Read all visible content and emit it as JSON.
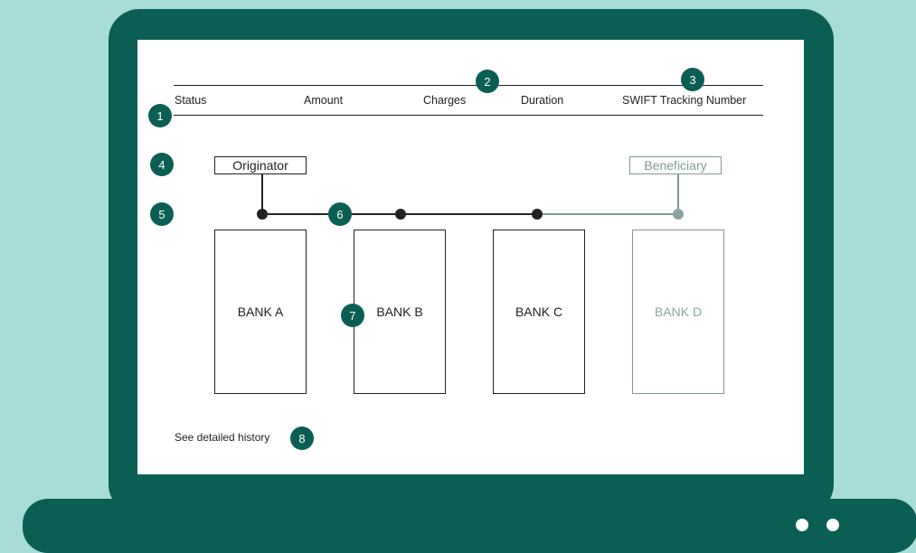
{
  "colors": {
    "accent": "#0b5e54",
    "background": "#a8dcd6",
    "inactive": "#7f9b97",
    "line": "#222222"
  },
  "header": {
    "columns": [
      "Status",
      "Amount",
      "Charges",
      "Duration",
      "SWIFT Tracking Number"
    ]
  },
  "markers": [
    "1",
    "2",
    "3",
    "4",
    "5",
    "6",
    "7",
    "8"
  ],
  "parties": {
    "originator": "Originator",
    "beneficiary": "Beneficiary"
  },
  "banks": [
    {
      "label": "BANK A",
      "active": true
    },
    {
      "label": "BANK B",
      "active": true
    },
    {
      "label": "BANK C",
      "active": true
    },
    {
      "label": "BANK D",
      "active": false
    }
  ],
  "footer": {
    "history_link": "See detailed history"
  }
}
